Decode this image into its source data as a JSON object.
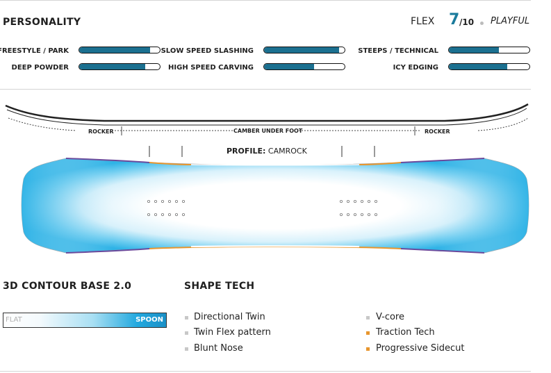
{
  "personality": {
    "title": "PERSONALITY",
    "flex_label": "FLEX",
    "flex_value": "7",
    "flex_max": "/10",
    "flex_desc": "PLAYFUL",
    "ratings": [
      {
        "label": "FREESTYLE / PARK",
        "value": 0.88
      },
      {
        "label": "DEEP POWDER",
        "value": 0.82
      },
      {
        "label": "SLOW SPEED SLASHING",
        "value": 0.93
      },
      {
        "label": "HIGH SPEED CARVING",
        "value": 0.62
      },
      {
        "label": "STEEPS / TECHNICAL",
        "value": 0.62
      },
      {
        "label": "ICY EDGING",
        "value": 0.72
      }
    ]
  },
  "profile": {
    "rocker_left": "ROCKER",
    "camber": "CAMBER UNDER FOOT",
    "rocker_right": "ROCKER",
    "profile_label": "PROFILE:",
    "profile_value": "CAMROCK"
  },
  "base": {
    "title": "3D CONTOUR BASE 2.0",
    "flat_label": "FLAT",
    "spoon_label": "SPOON"
  },
  "shape_tech": {
    "title": "SHAPE TECH",
    "col1": [
      {
        "text": "Directional Twin",
        "color": "#c8c8c8"
      },
      {
        "text": "Twin Flex pattern",
        "color": "#c8c8c8"
      },
      {
        "text": "Blunt Nose",
        "color": "#c8c8c8"
      }
    ],
    "col2": [
      {
        "text": "V-core",
        "color": "#c8c8c8"
      },
      {
        "text": "Traction Tech",
        "color": "#e8962e"
      },
      {
        "text": "Progressive Sidecut",
        "color": "#e8962e"
      }
    ]
  },
  "colors": {
    "accent": "#1b7b9c",
    "bar_fill": "#1b7090",
    "orange": "#e8962e",
    "purple": "#6a4a9c",
    "board_blue": "#2fb3e6"
  }
}
